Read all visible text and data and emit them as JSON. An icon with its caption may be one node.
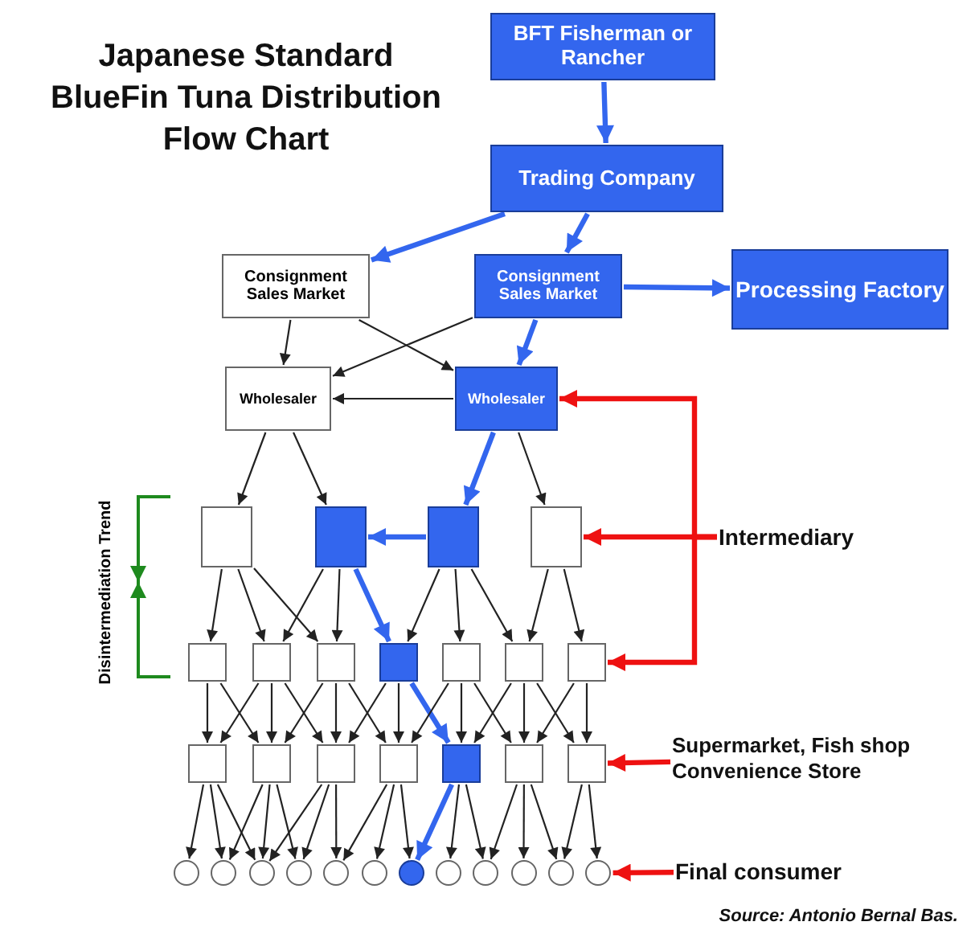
{
  "diagram": {
    "title": "Japanese Standard BlueFin Tuna Distribution Flow Chart",
    "caption": "Source: Antonio Bernal Bas.",
    "nodes": [
      {
        "text": [
          "BFT Fisherman or Rancher"
        ]
      },
      {
        "text": [
          "Trading Company"
        ]
      },
      {
        "text": [
          "Consignment Sales Market"
        ]
      },
      {
        "text": [
          "Consignment Sales Market"
        ]
      },
      {
        "text": [
          "Processing Factory"
        ]
      },
      {
        "text": [
          "Wholesaler"
        ]
      },
      {
        "text": [
          "Wholesaler"
        ]
      },
      {
        "text": [],
        "shape": "box"
      },
      {
        "text": [],
        "shape": "box"
      },
      {
        "text": [],
        "shape": "box"
      },
      {
        "text": [],
        "shape": "box"
      },
      {
        "text": [],
        "shape": "box"
      },
      {
        "text": [],
        "shape": "box"
      },
      {
        "text": [],
        "shape": "box"
      },
      {
        "text": [],
        "shape": "box"
      },
      {
        "text": [],
        "shape": "box"
      },
      {
        "text": [],
        "shape": "box"
      },
      {
        "text": [],
        "shape": "box"
      },
      {
        "text": [],
        "shape": "box"
      },
      {
        "text": [],
        "shape": "box"
      },
      {
        "text": [],
        "shape": "box"
      },
      {
        "text": [],
        "shape": "box"
      },
      {
        "text": [],
        "shape": "box"
      },
      {
        "text": [],
        "shape": "box"
      },
      {
        "text": [],
        "shape": "box"
      },
      {
        "text": [],
        "shape": "circle"
      },
      {
        "text": [],
        "shape": "circle"
      },
      {
        "text": [],
        "shape": "circle"
      },
      {
        "text": [],
        "shape": "circle"
      },
      {
        "text": [],
        "shape": "circle"
      },
      {
        "text": [],
        "shape": "circle"
      },
      {
        "text": [],
        "shape": "circle"
      },
      {
        "text": [],
        "shape": "circle"
      },
      {
        "text": [],
        "shape": "circle"
      },
      {
        "text": [],
        "shape": "circle"
      },
      {
        "text": [],
        "shape": "circle"
      },
      {
        "text": [],
        "shape": "circle"
      },
      {
        "text": [
          "Intermediary"
        ]
      },
      {
        "text": [
          "Supermarket, Fish shop Convenience Store"
        ]
      },
      {
        "text": [
          "Final consumer"
        ]
      }
    ],
    "edges": [
      {
        "from": 0,
        "to": 1,
        "arrow": "to",
        "style": "thick",
        "color": "#3366ee"
      },
      {
        "from": 1,
        "to": 2,
        "arrow": "to",
        "style": "thick",
        "color": "#3366ee"
      },
      {
        "from": 1,
        "to": 3,
        "arrow": "to",
        "style": "thick",
        "color": "#3366ee"
      },
      {
        "from": 3,
        "to": 4,
        "arrow": "to",
        "style": "thick",
        "color": "#3366ee"
      },
      {
        "from": 2,
        "to": 5,
        "arrow": "to"
      },
      {
        "from": 2,
        "to": 6,
        "arrow": "to"
      },
      {
        "from": 3,
        "to": 5,
        "arrow": "to"
      },
      {
        "from": 3,
        "to": 6,
        "arrow": "to",
        "style": "thick",
        "color": "#3366ee"
      },
      {
        "from": 6,
        "to": 5,
        "arrow": "to"
      },
      {
        "from": 5,
        "to": 7,
        "arrow": "to"
      },
      {
        "from": 5,
        "to": 8,
        "arrow": "to"
      },
      {
        "from": 6,
        "to": 9,
        "arrow": "to",
        "style": "thick",
        "color": "#3366ee"
      },
      {
        "from": 6,
        "to": 10,
        "arrow": "to"
      },
      {
        "from": 9,
        "to": 8,
        "arrow": "to",
        "style": "thick",
        "color": "#3366ee"
      },
      {
        "from": 7,
        "to": 11,
        "arrow": "to"
      },
      {
        "from": 7,
        "to": 12,
        "arrow": "to"
      },
      {
        "from": 7,
        "to": 13,
        "arrow": "to"
      },
      {
        "from": 8,
        "to": 12,
        "arrow": "to"
      },
      {
        "from": 8,
        "to": 13,
        "arrow": "to"
      },
      {
        "from": 8,
        "to": 14,
        "arrow": "to",
        "style": "thick",
        "color": "#3366ee"
      },
      {
        "from": 9,
        "to": 14,
        "arrow": "to"
      },
      {
        "from": 9,
        "to": 15,
        "arrow": "to"
      },
      {
        "from": 9,
        "to": 16,
        "arrow": "to"
      },
      {
        "from": 10,
        "to": 16,
        "arrow": "to"
      },
      {
        "from": 10,
        "to": 17,
        "arrow": "to"
      },
      {
        "from": 11,
        "to": 18,
        "arrow": "to"
      },
      {
        "from": 11,
        "to": 19,
        "arrow": "to"
      },
      {
        "from": 12,
        "to": 18,
        "arrow": "to"
      },
      {
        "from": 12,
        "to": 19,
        "arrow": "to"
      },
      {
        "from": 12,
        "to": 20,
        "arrow": "to"
      },
      {
        "from": 13,
        "to": 19,
        "arrow": "to"
      },
      {
        "from": 13,
        "to": 20,
        "arrow": "to"
      },
      {
        "from": 13,
        "to": 21,
        "arrow": "to"
      },
      {
        "from": 14,
        "to": 20,
        "arrow": "to"
      },
      {
        "from": 14,
        "to": 21,
        "arrow": "to"
      },
      {
        "from": 14,
        "to": 22,
        "arrow": "to",
        "style": "thick",
        "color": "#3366ee"
      },
      {
        "from": 15,
        "to": 21,
        "arrow": "to"
      },
      {
        "from": 15,
        "to": 22,
        "arrow": "to"
      },
      {
        "from": 15,
        "to": 23,
        "arrow": "to"
      },
      {
        "from": 16,
        "to": 22,
        "arrow": "to"
      },
      {
        "from": 16,
        "to": 23,
        "arrow": "to"
      },
      {
        "from": 16,
        "to": 24,
        "arrow": "to"
      },
      {
        "from": 17,
        "to": 23,
        "arrow": "to"
      },
      {
        "from": 17,
        "to": 24,
        "arrow": "to"
      },
      {
        "from": 18,
        "to": 25,
        "arrow": "to"
      },
      {
        "from": 18,
        "to": 26,
        "arrow": "to"
      },
      {
        "from": 18,
        "to": 27,
        "arrow": "to"
      },
      {
        "from": 19,
        "to": 26,
        "arrow": "to"
      },
      {
        "from": 19,
        "to": 27,
        "arrow": "to"
      },
      {
        "from": 19,
        "to": 28,
        "arrow": "to"
      },
      {
        "from": 20,
        "to": 27,
        "arrow": "to"
      },
      {
        "from": 20,
        "to": 28,
        "arrow": "to"
      },
      {
        "from": 20,
        "to": 29,
        "arrow": "to"
      },
      {
        "from": 21,
        "to": 29,
        "arrow": "to"
      },
      {
        "from": 21,
        "to": 30,
        "arrow": "to"
      },
      {
        "from": 21,
        "to": 31,
        "arrow": "to"
      },
      {
        "from": 22,
        "to": 31,
        "arrow": "to",
        "style": "thick",
        "color": "#3366ee"
      },
      {
        "from": 22,
        "to": 32,
        "arrow": "to"
      },
      {
        "from": 22,
        "to": 33,
        "arrow": "to"
      },
      {
        "from": 23,
        "to": 33,
        "arrow": "to"
      },
      {
        "from": 23,
        "to": 34,
        "arrow": "to"
      },
      {
        "from": 23,
        "to": 35,
        "arrow": "to"
      },
      {
        "from": 24,
        "to": 35,
        "arrow": "to"
      },
      {
        "from": 24,
        "to": 36,
        "arrow": "to"
      },
      {
        "from": 37,
        "to": 6,
        "arrow": "to",
        "style": "thick",
        "color": "#ee1111"
      },
      {
        "from": 37,
        "to": 10,
        "arrow": "to",
        "style": "thick",
        "color": "#ee1111"
      },
      {
        "from": 37,
        "to": 17,
        "arrow": "to",
        "style": "thick",
        "color": "#ee1111"
      },
      {
        "from": 38,
        "to": 24,
        "arrow": "to",
        "style": "thick",
        "color": "#ee1111"
      },
      {
        "from": 39,
        "to": 36,
        "arrow": "to",
        "style": "thick",
        "color": "#ee1111"
      }
    ],
    "labels": [
      "Disintermediation Trend"
    ]
  }
}
